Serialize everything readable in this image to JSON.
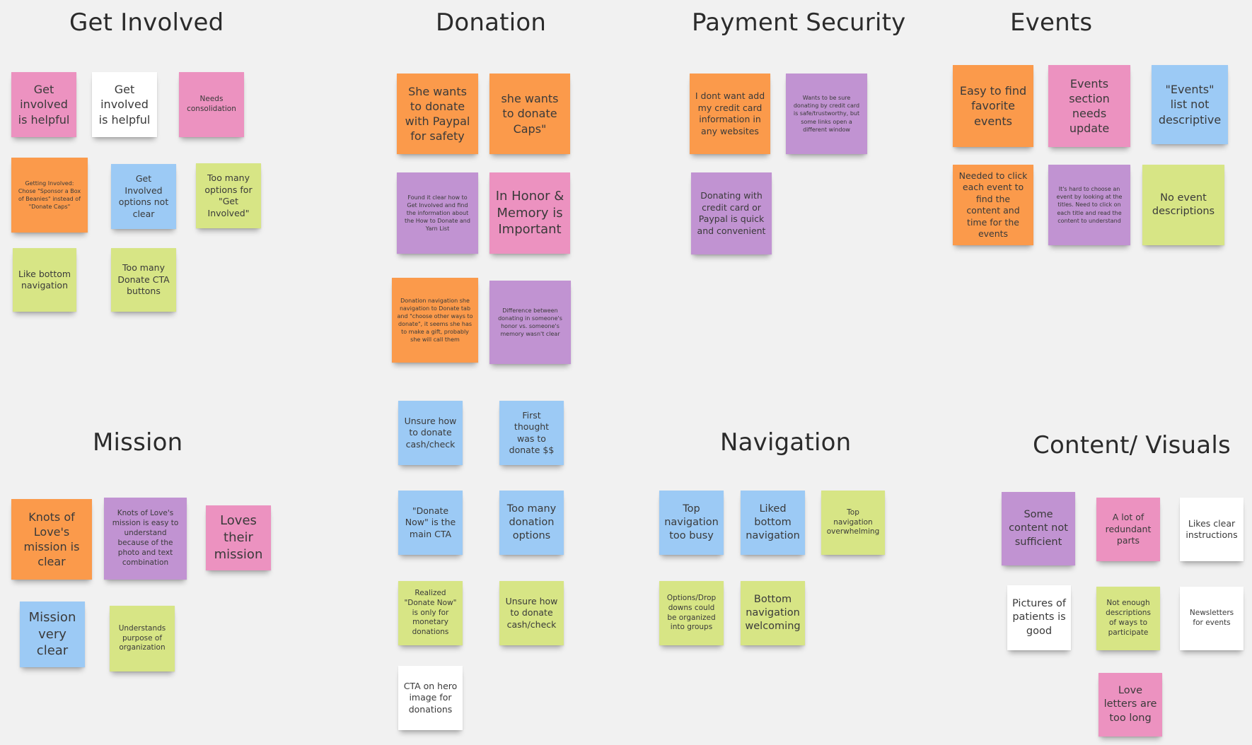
{
  "board": {
    "clusters": {
      "get_involved": {
        "title": "Get Involved",
        "notes": [
          {
            "text": "Get involved is helpful",
            "color": "#ec92c0"
          },
          {
            "text": "Get involved is helpful",
            "color": "#ffffff"
          },
          {
            "text": "Needs consolidation",
            "color": "#ec92c0"
          },
          {
            "text": "Getting Involved: Chose \"Sponsor a Box of Beanies\" instead of \"Donate Caps\"",
            "color": "#fb9a4b"
          },
          {
            "text": "Get Involved options not clear",
            "color": "#9ccaf5"
          },
          {
            "text": "Too many options for \"Get Involved\"",
            "color": "#d7e585"
          },
          {
            "text": "Like bottom navigation",
            "color": "#d7e585"
          },
          {
            "text": "Too many Donate CTA buttons",
            "color": "#d7e585"
          }
        ]
      },
      "donation": {
        "title": "Donation",
        "notes": [
          {
            "text": "She wants to donate with Paypal for safety",
            "color": "#fb9a4b"
          },
          {
            "text": "she wants to donate Caps\"",
            "color": "#fb9a4b"
          },
          {
            "text": "Found it clear how to Get Involved and find the information about the How to Donate and Yarn List",
            "color": "#c193d2"
          },
          {
            "text": "In Honor & Memory is Important",
            "color": "#ec92c0"
          },
          {
            "text": "Donation navigation she navigation to Donate tab and \"choose other ways to donate\", it seems she has to make a gift, probably she will call them",
            "color": "#fb9a4b"
          },
          {
            "text": "Difference between donating in someone's honor vs. someone's memory wasn't clear",
            "color": "#c193d2"
          },
          {
            "text": "Unsure how to donate cash/check",
            "color": "#9ccaf5"
          },
          {
            "text": "First thought was to donate $$",
            "color": "#9ccaf5"
          },
          {
            "text": "\"Donate Now\" is the main CTA",
            "color": "#9ccaf5"
          },
          {
            "text": "Too many donation options",
            "color": "#9ccaf5"
          },
          {
            "text": "Realized \"Donate Now\" is only for monetary donations",
            "color": "#d7e585"
          },
          {
            "text": "Unsure how to donate cash/check",
            "color": "#d7e585"
          },
          {
            "text": "CTA on hero image for donations",
            "color": "#ffffff"
          }
        ]
      },
      "payment_security": {
        "title": "Payment Security",
        "notes": [
          {
            "text": "I dont want add my credit card information in any websites",
            "color": "#fb9a4b"
          },
          {
            "text": "Wants to be sure donating by credit card is safe/trustworthy, but some links open a different window",
            "color": "#c193d2"
          },
          {
            "text": "Donating with credit card or Paypal is quick and convenient",
            "color": "#c193d2"
          }
        ]
      },
      "events": {
        "title": "Events",
        "notes": [
          {
            "text": "Easy to find favorite events",
            "color": "#fb9a4b"
          },
          {
            "text": "Events section needs update",
            "color": "#ec92c0"
          },
          {
            "text": "\"Events\" list not descriptive",
            "color": "#9ccaf5"
          },
          {
            "text": "Needed to click each event to find the content and time for the events",
            "color": "#fb9a4b"
          },
          {
            "text": "It's hard to choose an event by looking at the titles. Need to click on each title and read the content to understand",
            "color": "#c193d2"
          },
          {
            "text": "No event descriptions",
            "color": "#d7e585"
          }
        ]
      },
      "mission": {
        "title": "Mission",
        "notes": [
          {
            "text": "Knots of Love's mission is clear",
            "color": "#fb9a4b"
          },
          {
            "text": "Knots of Love's mission is easy to understand because of the photo and text combination",
            "color": "#c193d2"
          },
          {
            "text": "Loves their mission",
            "color": "#ec92c0"
          },
          {
            "text": "Mission very clear",
            "color": "#9ccaf5"
          },
          {
            "text": "Understands purpose of organization",
            "color": "#d7e585"
          }
        ]
      },
      "navigation": {
        "title": "Navigation",
        "notes": [
          {
            "text": "Top navigation too busy",
            "color": "#9ccaf5"
          },
          {
            "text": "Liked bottom navigation",
            "color": "#9ccaf5"
          },
          {
            "text": "Top navigation overwhelming",
            "color": "#d7e585"
          },
          {
            "text": "Options/Drop downs could be organized into groups",
            "color": "#d7e585"
          },
          {
            "text": "Bottom navigation welcoming",
            "color": "#d7e585"
          }
        ]
      },
      "content_visuals": {
        "title": "Content/ Visuals",
        "notes": [
          {
            "text": "Some content not sufficient",
            "color": "#c193d2"
          },
          {
            "text": "A lot of redundant parts",
            "color": "#ec92c0"
          },
          {
            "text": "Likes clear instructions",
            "color": "#ffffff"
          },
          {
            "text": "Pictures of patients is good",
            "color": "#ffffff"
          },
          {
            "text": "Not enough descriptions of ways to participate",
            "color": "#d7e585"
          },
          {
            "text": "Newsletters for events",
            "color": "#ffffff"
          },
          {
            "text": "Love letters are too long",
            "color": "#ec92c0"
          }
        ]
      }
    }
  }
}
